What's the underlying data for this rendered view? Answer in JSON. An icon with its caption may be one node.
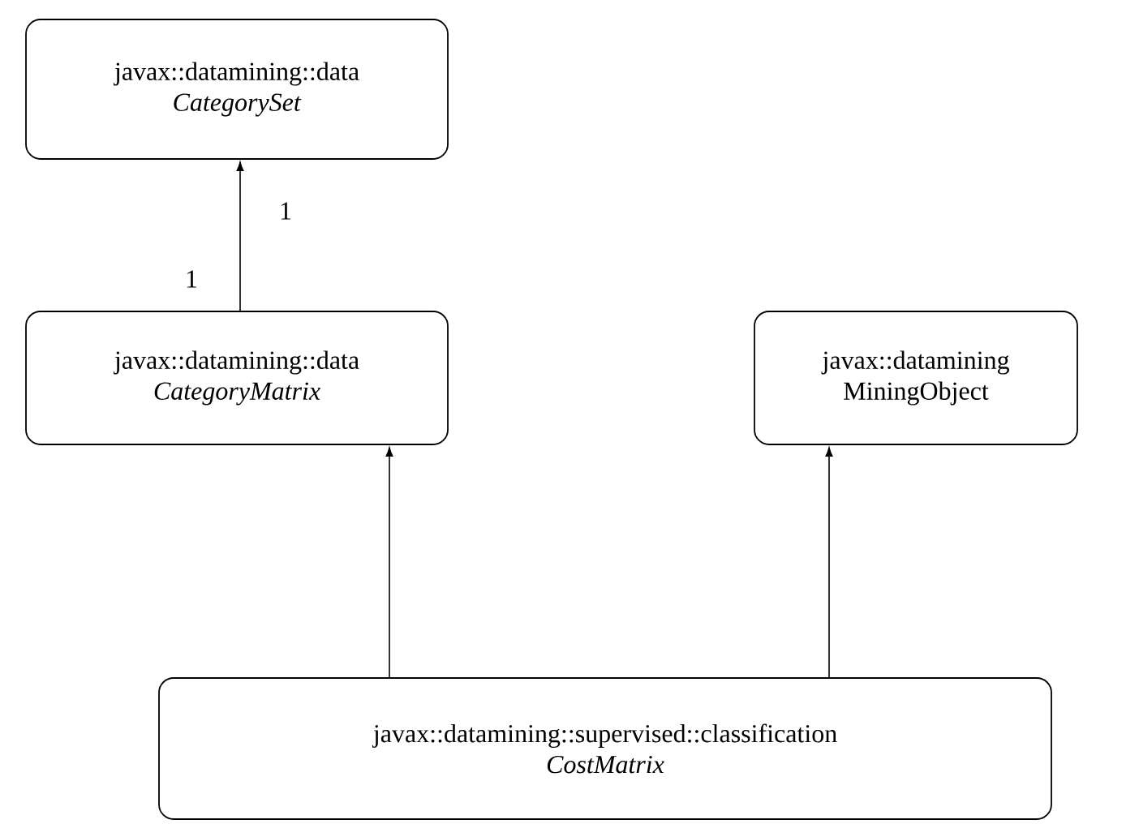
{
  "diagram": {
    "nodes": [
      {
        "text": [
          "javax::datamining::data",
          "*CategorySet*"
        ]
      },
      {
        "text": [
          "javax::datamining::data",
          "*CategoryMatrix*"
        ]
      },
      {
        "text": [
          "javax::datamining",
          "MiningObject"
        ]
      },
      {
        "text": [
          "javax::datamining::supervised::classification",
          "*CostMatrix*"
        ]
      }
    ],
    "edges": [
      {
        "from": 1,
        "to": 0,
        "arrow": "to"
      },
      {
        "from": 3,
        "to": 1,
        "arrow": "to"
      },
      {
        "from": 3,
        "to": 2,
        "arrow": "to"
      }
    ],
    "labels": [
      "1",
      "1"
    ]
  }
}
